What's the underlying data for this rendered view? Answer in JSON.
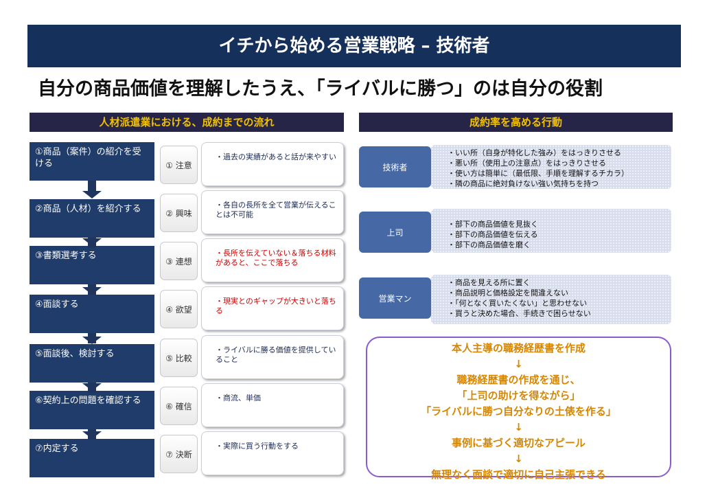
{
  "title": "イチから始める営業戦略 – 技術者",
  "subtitle": "自分の商品価値を理解したうえ、「ライバルに勝つ」のは自分の役割",
  "left_header": "人材派遣業における、成約までの流れ",
  "right_header": "成約率を高める行動",
  "steps": [
    "①商品（案件）の紹介を受ける",
    "②商品（人材）を紹介する",
    "③書類選考する",
    "④面談する",
    "⑤面談後、検討する",
    "⑥契約上の問題を確認する",
    "⑦内定する"
  ],
  "phases": [
    "① 注意",
    "② 興味",
    "③ 連想",
    "④ 欲望",
    "⑤ 比較",
    "⑥ 確信",
    "⑦ 決断"
  ],
  "descriptions": [
    "・過去の実績があると話が来やすい",
    "・各自の長所を全て営業が伝えることは不可能",
    "・長所を伝えていない＆落ちる材料があると、ここで落ちる",
    "・現実とのギャップが大きいと落ちる",
    "・ライバルに勝る価値を提供していること",
    "・商流、単価",
    "・実際に買う行動をする"
  ],
  "roles": [
    {
      "name": "技術者",
      "items": [
        "・いい所（自身が特化した強み）をはっきりさせる",
        "・悪い所（使用上の注意点）をはっきりさせる",
        "・使い方は簡単に（最低限、手順を理解するチカラ）",
        "・隣の商品に絶対負けない強い気持ちを持つ"
      ]
    },
    {
      "name": "上司",
      "items": [
        "・部下の商品価値を見抜く",
        "・部下の商品価値を伝える",
        "・部下の商品価値を磨く"
      ]
    },
    {
      "name": "営業マン",
      "items": [
        "・商品を見える所に置く",
        "・商品説明と価格設定を間違えない",
        "・「何となく買いたくない」と思わせない",
        "・買うと決めた場合、手続きで困らせない"
      ]
    }
  ],
  "summary": [
    "本人主導の職務経歴書を作成",
    "↓",
    "職務経歴書の作成を通じ、",
    "「上司の助けを得ながら」",
    "「ライバルに勝つ自分なりの土俵を作る」",
    "↓",
    "事例に基づく適切なアピール",
    "↓",
    "無理なく面談で適切に自己主張できる"
  ],
  "colors": {
    "header_bg": "#15305a",
    "section_bg": "#262447",
    "section_text": "#f2c200",
    "accent_orange": "#d68600",
    "role_blue": "#4668a4"
  }
}
